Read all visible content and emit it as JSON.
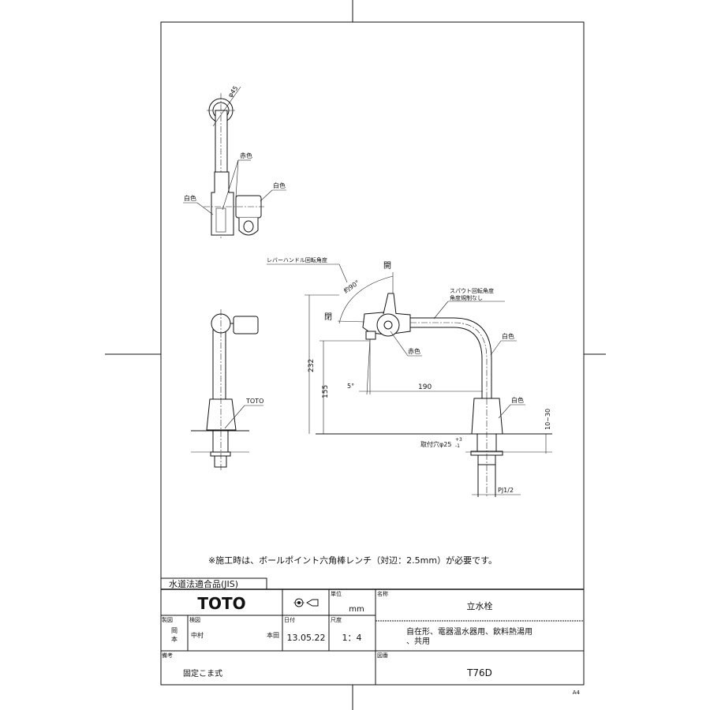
{
  "drawing": {
    "top_view": {
      "dia_label": "φ45",
      "red_label": "赤色",
      "white_left": "白色",
      "white_right": "白色"
    },
    "front_view": {
      "brand_label": "TOTO"
    },
    "side_view": {
      "lever_angle_title": "レバーハンドル回転角度",
      "angle_label": "約90°",
      "open_label": "開",
      "close_label": "閉",
      "spout_title_1": "スパウト回転角度",
      "spout_title_2": "角度規制なし",
      "red_label": "赤色",
      "white_spout": "白色",
      "white_base": "白色",
      "dim_232": "232",
      "dim_155": "155",
      "dim_5deg": "5°",
      "dim_190": "190",
      "dim_10_30": "10~30",
      "hole_label": "取付穴φ25",
      "hole_tol_plus": "+3",
      "hole_tol_minus": "-1",
      "pipe_label": "PJ1/2"
    },
    "note": "※施工時は、ボールポイント六角棒レンチ（対辺：2.5mm）が必要です。"
  },
  "title_block": {
    "jis_label": "水道法適合品(JIS)",
    "brand": "TOTO",
    "unit_header": "単位",
    "unit_value": "mm",
    "name_header": "名称",
    "name_value": "立水栓",
    "description_line1": "自在形、電器温水器用、飲料熱湯用",
    "description_line2": "、共用",
    "drawn_header": "製図",
    "drawn_by_1": "岡",
    "drawn_by_2": "本",
    "checked_header": "検図",
    "checked_by_1": "中村",
    "checked_by_2": "本田",
    "date_header": "日付",
    "date_value": "13.05.22",
    "scale_header": "尺度",
    "scale_value": "1：4",
    "remarks_header": "備考",
    "remarks_value": "固定こま式",
    "drawing_no_header": "図番",
    "drawing_no_value": "T76D",
    "paper_size": "A4"
  }
}
